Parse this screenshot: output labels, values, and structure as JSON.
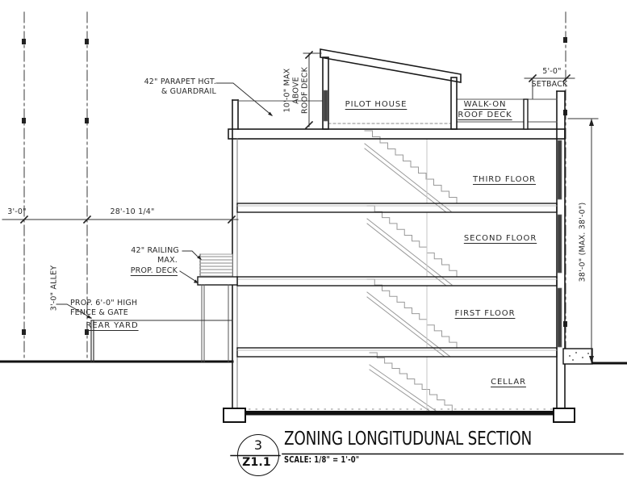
{
  "annotations": {
    "parapet": {
      "line1": "42\" PARAPET HGT.",
      "line2": "& GUARDRAIL"
    },
    "roof_height": {
      "line1": "10'-0\" MAX",
      "line2": "ABOVE",
      "line3": "ROOF DECK"
    },
    "railing": {
      "line1": "42\" RAILING",
      "line2": "MAX."
    },
    "prop_deck": "PROP. DECK",
    "fence": {
      "line1": "PROP. 6'-0\" HIGH",
      "line2": "FENCE & GATE"
    }
  },
  "dimensions": {
    "alley_width": "3'-0\"",
    "yard_width": "28'-10 1/4\"",
    "setback_value": "5'-0\"",
    "setback_label": "SETBACK",
    "building_height": "38'-0\" (MAX. 38'-0\")",
    "alley_label": "3'-0\" ALLEY"
  },
  "spaces": {
    "pilot_house": "PILOT HOUSE",
    "walk_on_line1": "WALK-ON",
    "walk_on_line2": "ROOF DECK",
    "third_floor": "THIRD FLOOR",
    "second_floor": "SECOND FLOOR",
    "first_floor": "FIRST FLOOR",
    "cellar": "CELLAR",
    "rear_yard": "REAR YARD"
  },
  "title_block": {
    "detail_number": "3",
    "sheet_number": "Z1.1",
    "title": "ZONING LONGITUDUNAL SECTION",
    "scale": "SCALE: 1/8\" = 1'-0\""
  },
  "colors": {
    "line": "#1a1a1a",
    "stair": "#9a9a9a",
    "text": "#2a2a2a"
  }
}
